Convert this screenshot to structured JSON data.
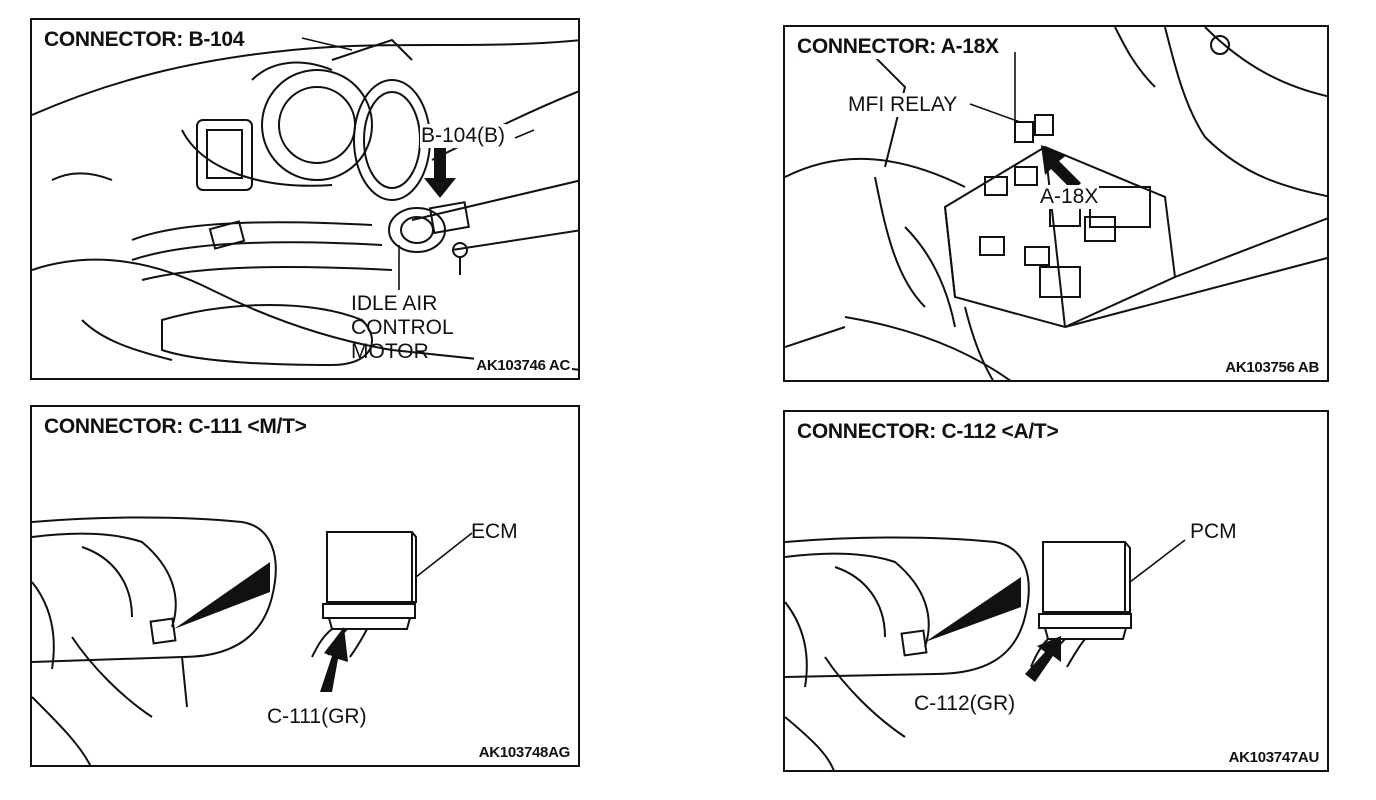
{
  "panels": {
    "b104": {
      "title": "CONNECTOR: B-104",
      "connector_label": "B-104(B)",
      "component_line1": "IDLE AIR",
      "component_line2": "CONTROL",
      "component_line3": "MOTOR",
      "code": "AK103746 AC"
    },
    "a18x": {
      "title": "CONNECTOR: A-18X",
      "relay_label": "MFI RELAY",
      "connector_label": "A-18X",
      "code": "AK103756 AB"
    },
    "c111": {
      "title": "CONNECTOR: C-111 <M/T>",
      "module_label": "ECM",
      "connector_label": "C-111(GR)",
      "code": "AK103748AG"
    },
    "c112": {
      "title": "CONNECTOR: C-112 <A/T>",
      "module_label": "PCM",
      "connector_label": "C-112(GR)",
      "code": "AK103747AU"
    }
  }
}
